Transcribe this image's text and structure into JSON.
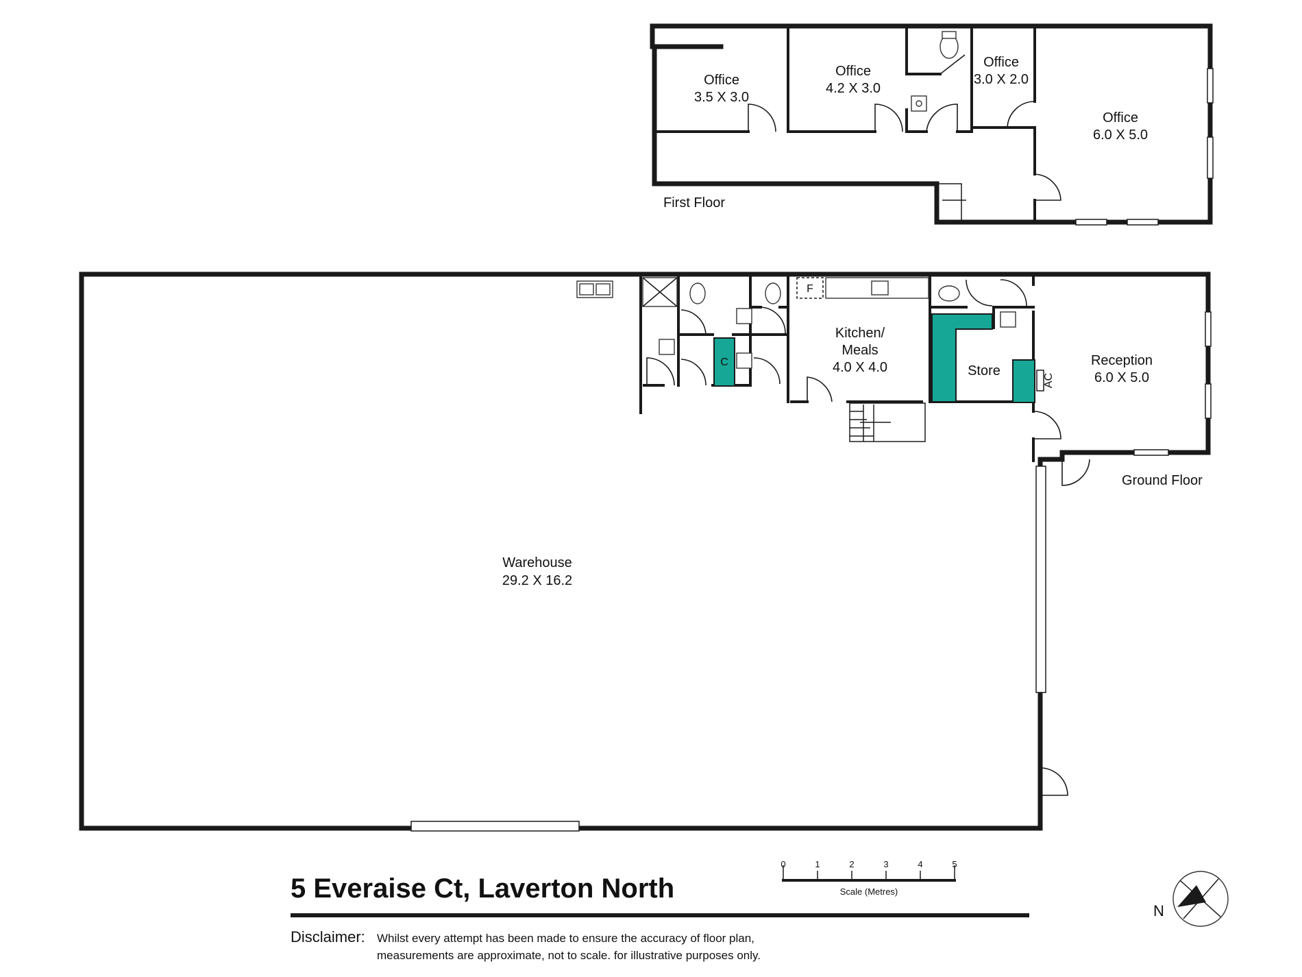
{
  "title": "5 Everaise Ct, Laverton North",
  "floors": {
    "first": "First Floor",
    "ground": "Ground Floor"
  },
  "rooms": {
    "office_a": {
      "name": "Office",
      "size": "3.5 X 3.0"
    },
    "office_b": {
      "name": "Office",
      "size": "4.2 X 3.0"
    },
    "office_c": {
      "name": "Office",
      "size": "3.0 X 2.0"
    },
    "office_d": {
      "name": "Office",
      "size": "6.0 X 5.0"
    },
    "kitchen": {
      "name_line1": "Kitchen/",
      "name_line2": "Meals",
      "size": "4.0 X 4.0"
    },
    "store": {
      "name": "Store"
    },
    "reception": {
      "name": "Reception",
      "size": "6.0 X 5.0"
    },
    "warehouse": {
      "name": "Warehouse",
      "size": "29.2 X 16.2"
    }
  },
  "markers": {
    "cupboard": "C",
    "fridge": "F",
    "aircon": "AC"
  },
  "scale": {
    "ticks": [
      "0",
      "1",
      "2",
      "3",
      "4",
      "5"
    ],
    "label": "Scale (Metres)"
  },
  "compass": {
    "label": "N"
  },
  "disclaimer": {
    "heading": "Disclaimer:",
    "line1": "Whilst every attempt has been made to ensure the accuracy of floor plan,",
    "line2": "measurements are approximate, not to scale. for illustrative purposes only."
  },
  "colors": {
    "wall": "#1a1a1a",
    "accent": "#17a796"
  }
}
